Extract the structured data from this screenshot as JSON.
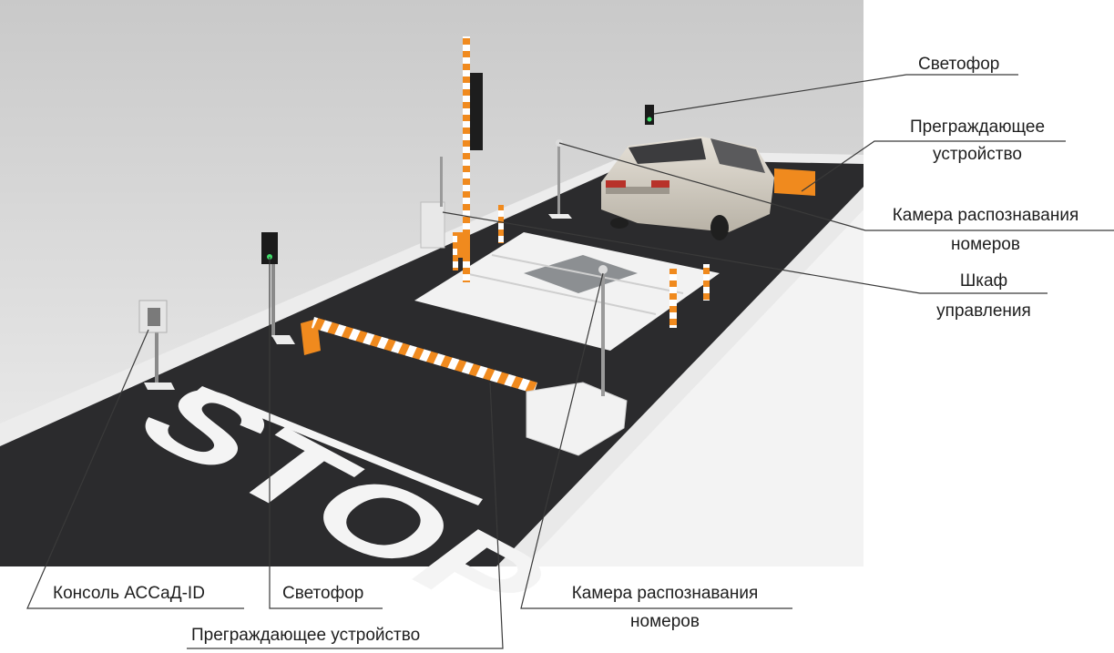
{
  "road_marking": "STOP",
  "labels": {
    "traffic_light_top": "Светофор",
    "barrier_top_l1": "Преграждающее",
    "barrier_top_l2": "устройство",
    "camera_top_l1": "Камера распознавания",
    "camera_top_l2": "номеров",
    "cabinet_l1": "Шкаф",
    "cabinet_l2": "управления",
    "console": "Консоль АССаД-ID",
    "traffic_light_bottom": "Светофор",
    "camera_bottom_l1": "Камера распознавания",
    "camera_bottom_l2": "номеров",
    "barrier_bottom": "Преграждающее устройство"
  },
  "colors": {
    "asphalt": "#2b2b2d",
    "curb": "#ececec",
    "barrier_orange": "#f08a1e",
    "plate": "#f2f2f2",
    "leader_line": "#3a3a3a"
  }
}
